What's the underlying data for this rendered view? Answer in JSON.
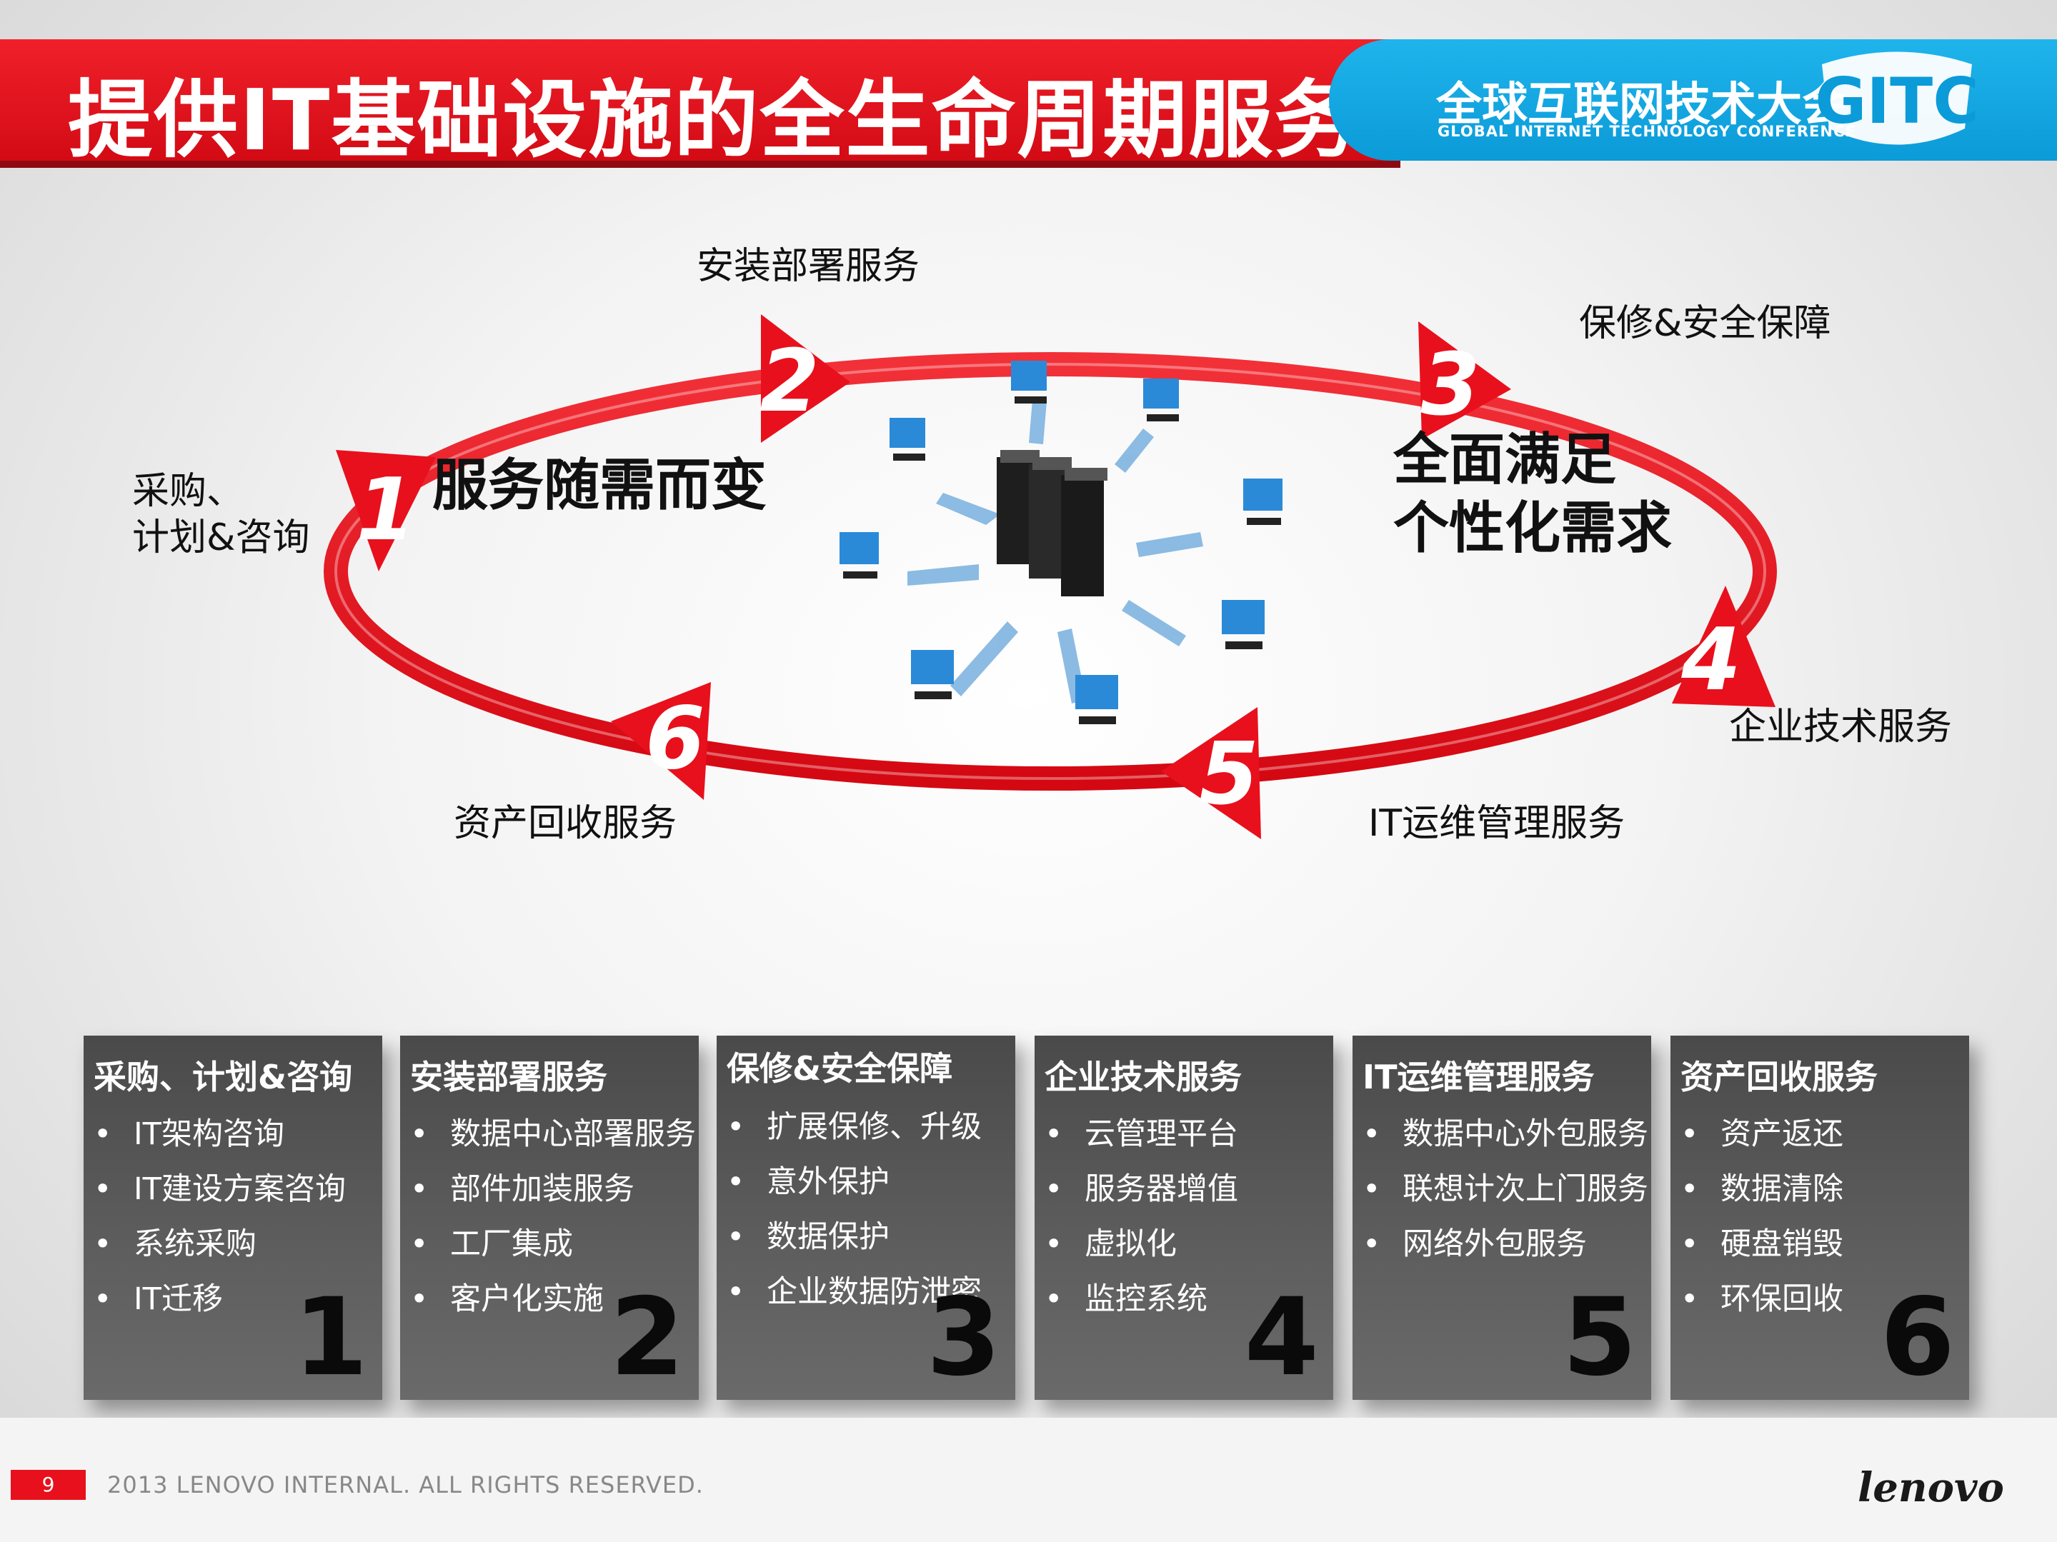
{
  "header": {
    "title": "提供IT基础设施的全生命周期服务",
    "conference_cn": "全球互联网技术大会",
    "conference_en": "GLOBAL INTERNET TECHNOLOGY CONFERENCE",
    "conference_logo": "GITC"
  },
  "diagram": {
    "center_left_text": "服务随需而变",
    "center_right_line1": "全面满足",
    "center_right_line2": "个性化需求",
    "stages": [
      {
        "num": "1",
        "label_line1": "采购、",
        "label_line2": "计划&咨询"
      },
      {
        "num": "2",
        "label": "安装部署服务"
      },
      {
        "num": "3",
        "label": "保修&安全保障"
      },
      {
        "num": "4",
        "label": "企业技术服务"
      },
      {
        "num": "5",
        "label": "IT运维管理服务"
      },
      {
        "num": "6",
        "label": "资产回收服务"
      }
    ],
    "colors": {
      "cycle": "#e8101c",
      "arrow": "#7fb4e0",
      "server": "#1e1e1e"
    }
  },
  "cards": [
    {
      "title": "采购、计划&咨询",
      "items": [
        "IT架构咨询",
        "IT建设方案咨询",
        "系统采购",
        "IT迁移"
      ],
      "num": "1"
    },
    {
      "title": "安装部署服务",
      "items": [
        "数据中心部署服务",
        "部件加装服务",
        "工厂集成",
        "客户化实施"
      ],
      "num": "2"
    },
    {
      "title": "保修&安全保障",
      "items": [
        "扩展保修、升级",
        "意外保护",
        "数据保护",
        "企业数据防泄密"
      ],
      "num": "3"
    },
    {
      "title": "企业技术服务",
      "items": [
        "云管理平台",
        "服务器增值",
        "虚拟化",
        "监控系统"
      ],
      "num": "4"
    },
    {
      "title": "IT运维管理服务",
      "items": [
        "数据中心外包服务",
        "联想计次上门服务",
        "网络外包服务"
      ],
      "num": "5"
    },
    {
      "title": "资产回收服务",
      "items": [
        "资产返还",
        "数据清除",
        "硬盘销毁",
        "环保回收"
      ],
      "num": "6"
    }
  ],
  "footer": {
    "page_number": "9",
    "copyright": "2013 LENOVO INTERNAL. ALL RIGHTS RESERVED.",
    "brand": "lenovo"
  }
}
